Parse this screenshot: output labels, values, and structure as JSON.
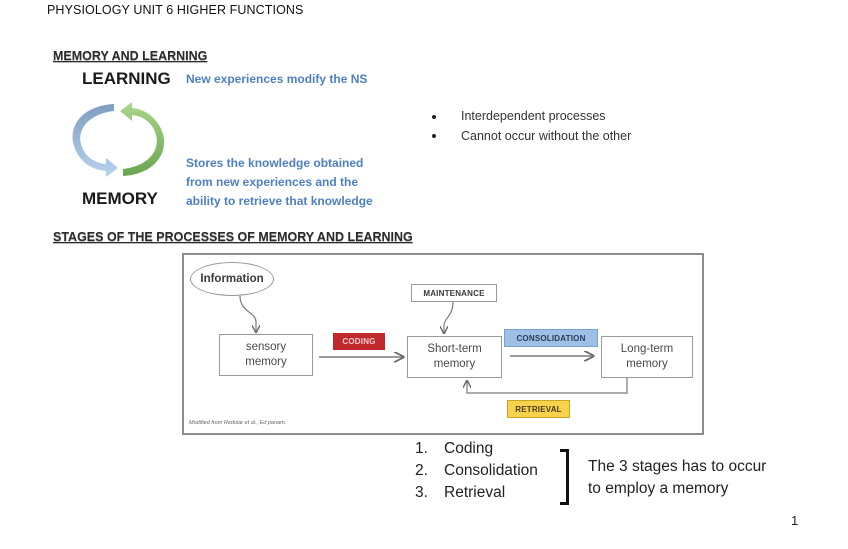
{
  "header": {
    "title": "PHYSIOLOGY UNIT 6 HIGHER FUNCTIONS"
  },
  "section1": {
    "title": "MEMORY AND LEARNING",
    "learning_label": "LEARNING",
    "learning_desc": "New experiences modify the NS",
    "memory_label": "MEMORY",
    "memory_desc_lines": [
      "Stores the knowledge obtained",
      "from new experiences and the",
      "ability to retrieve that knowledge"
    ],
    "cycle_icon": "cycle-arrows-icon",
    "colors": {
      "blue_text": "#4f7fc4",
      "arrow_blue": "#8fb0d4",
      "arrow_green": "#7fb865"
    },
    "bullets": [
      "Interdependent processes",
      "Cannot occur without the other"
    ]
  },
  "section2": {
    "title": "STAGES OF THE PROCESSES OF MEMORY AND LEARNING",
    "diagram": {
      "information": "Information",
      "sensory_memory": "sensory\nmemory",
      "short_term_memory": "Short-term\nmemory",
      "long_term_memory": "Long-term\nmemory",
      "maintenance": "MAINTENANCE",
      "coding": "CODING",
      "consolidation": "CONSOLIDATION",
      "retrieval": "RETRIEVAL",
      "caption": "Modified from Redolar et al., Ed panam.",
      "colors": {
        "coding": "#c0282c",
        "consolidation": "#9fc0e6",
        "retrieval": "#f7d24a"
      }
    },
    "stages": [
      {
        "number": "1.",
        "label": "Coding"
      },
      {
        "number": "2.",
        "label": "Consolidation"
      },
      {
        "number": "3.",
        "label": "Retrieval"
      }
    ],
    "note_lines": [
      "The 3 stages has to occur",
      "to employ a memory"
    ]
  },
  "footer": {
    "page_number": "1"
  }
}
